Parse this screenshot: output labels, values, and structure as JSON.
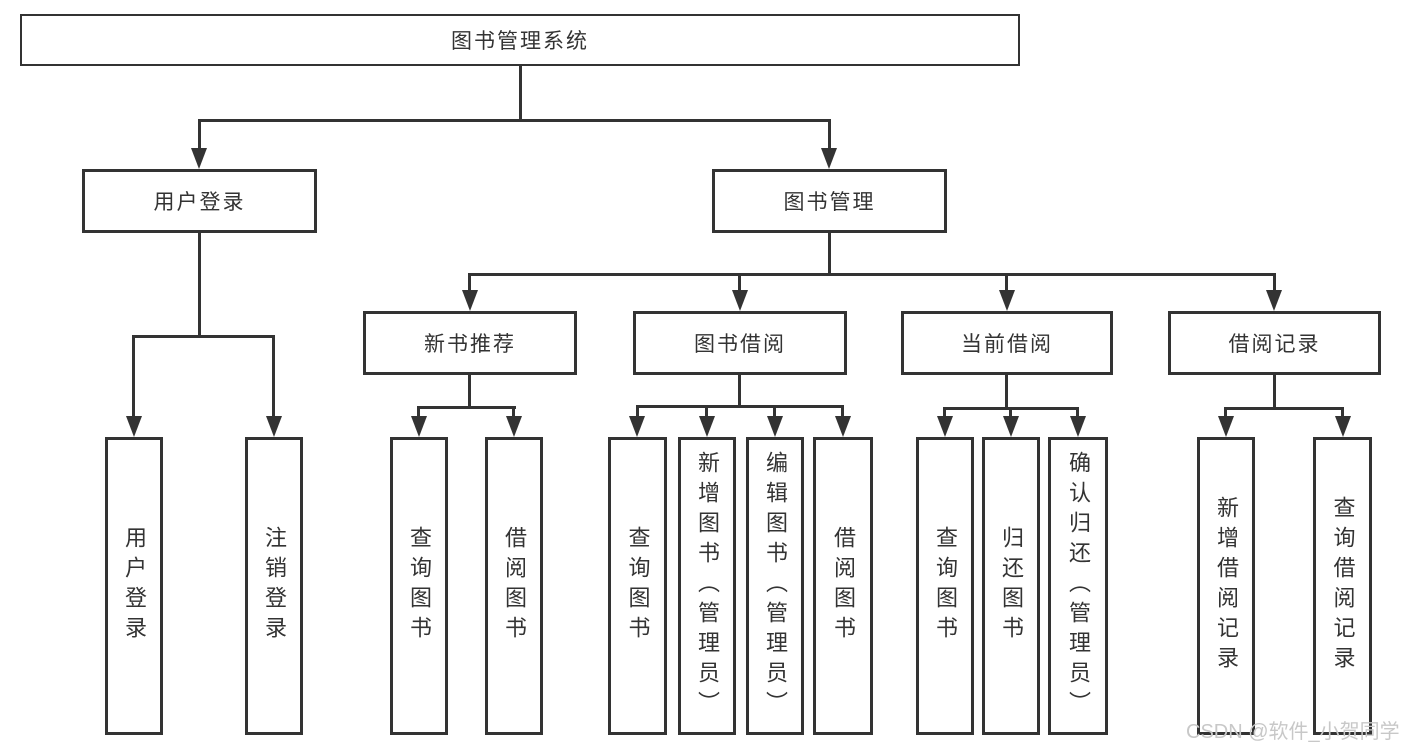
{
  "tree": {
    "label": "图书管理系统",
    "children": [
      {
        "label": "用户登录",
        "children": [
          {
            "label": "用户登录"
          },
          {
            "label": "注销登录"
          }
        ]
      },
      {
        "label": "图书管理",
        "children": [
          {
            "label": "新书推荐",
            "children": [
              {
                "label": "查询图书"
              },
              {
                "label": "借阅图书"
              }
            ]
          },
          {
            "label": "图书借阅",
            "children": [
              {
                "label": "查询图书"
              },
              {
                "label": "新增图书（管理员）"
              },
              {
                "label": "编辑图书（管理员）"
              },
              {
                "label": "借阅图书"
              }
            ]
          },
          {
            "label": "当前借阅",
            "children": [
              {
                "label": "查询图书"
              },
              {
                "label": "归还图书"
              },
              {
                "label": "确认归还（管理员）"
              }
            ]
          },
          {
            "label": "借阅记录",
            "children": [
              {
                "label": "新增借阅记录"
              },
              {
                "label": "查询借阅记录"
              }
            ]
          }
        ]
      }
    ]
  },
  "watermark": "CSDN @软件_小贺同学",
  "colors": {
    "line": "#333333",
    "text": "#333333",
    "watermark": "#c8c8c8",
    "background": "#ffffff"
  }
}
